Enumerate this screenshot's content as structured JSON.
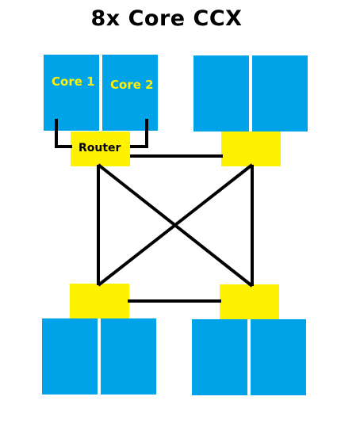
{
  "diagram": {
    "title": "8x Core CCX",
    "core_labels": [
      "Core 1",
      "Core 2"
    ],
    "router_label": "Router",
    "colors": {
      "core": "#00A2E8",
      "router": "#FFF200",
      "wire": "#000000",
      "core_label": "#FFF200"
    }
  }
}
